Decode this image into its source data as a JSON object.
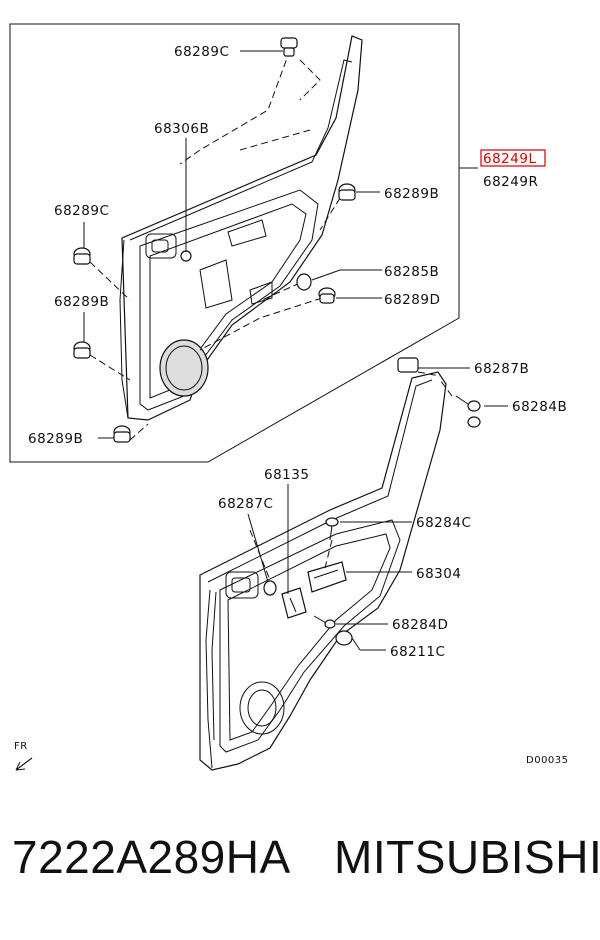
{
  "labels": {
    "clip_c_top": "68289C",
    "clip_c_left": "68289C",
    "pin_b": "68306B",
    "trim_l": "68249L",
    "trim_r": "68249R",
    "clip_b_right": "68289B",
    "clip_b_left": "68289B",
    "clip_b_bottom": "68289B",
    "pad_b": "68285B",
    "clip_d": "68289D",
    "clip_287b": "68287B",
    "screw_284b": "68284B",
    "bracket_135": "68135",
    "clip_287c": "68287C",
    "screw_284c": "68284C",
    "handle_304": "68304",
    "screw_284d": "68284D",
    "cap_211c": "68211C"
  },
  "fr_label": "FR",
  "diagram_code": "D00035",
  "footer": {
    "part_number": "7222A289HA",
    "brand": "MITSUBISHI"
  },
  "highlight_color": "#d60000"
}
